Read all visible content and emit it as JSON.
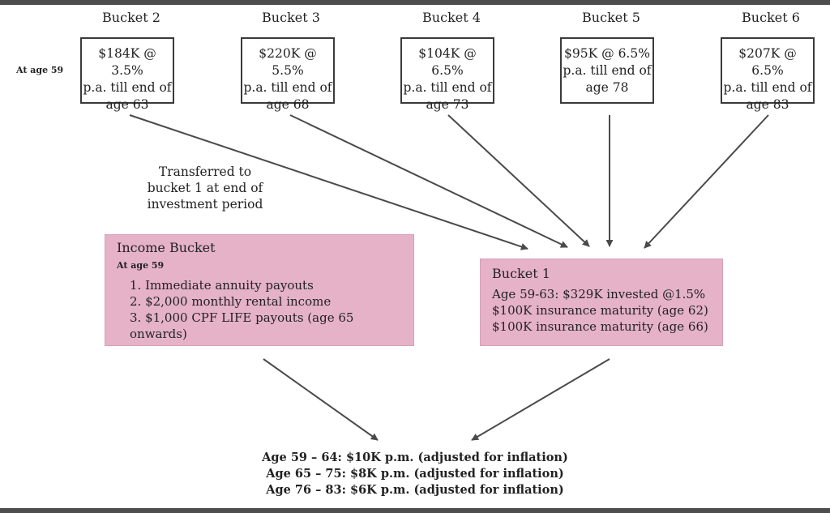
{
  "age_label": "At age 59",
  "buckets": [
    {
      "title": "Bucket 2",
      "lines": [
        "$184K @ 3.5%",
        "p.a. till end of",
        "age 63"
      ]
    },
    {
      "title": "Bucket 3",
      "lines": [
        "$220K @ 5.5%",
        "p.a. till end of",
        "age 68"
      ]
    },
    {
      "title": "Bucket 4",
      "lines": [
        "$104K @ 6.5%",
        "p.a. till end of",
        "age 73"
      ]
    },
    {
      "title": "Bucket 5",
      "lines": [
        "$95K @ 6.5%",
        "p.a. till end of",
        "age 78"
      ]
    },
    {
      "title": "Bucket 6",
      "lines": [
        "$207K @ 6.5%",
        "p.a. till end of",
        "age 83"
      ]
    }
  ],
  "transfer_note": [
    "Transferred to",
    "bucket 1 at end of",
    "investment period"
  ],
  "income_bucket": {
    "title": "Income Bucket",
    "subtitle": "At age 59",
    "items": [
      "1. Immediate annuity payouts",
      "2. $2,000 monthly rental income",
      "3. $1,000 CPF LIFE payouts (age 65 onwards)"
    ]
  },
  "bucket1": {
    "title": "Bucket 1",
    "lines": [
      "Age 59-63: $329K invested @1.5%",
      "$100K insurance maturity (age 62)",
      "$100K insurance maturity (age 66)"
    ]
  },
  "summary": [
    "Age 59 – 64: $10K p.m. (adjusted for inflation)",
    "Age 65 – 75: $8K p.m. (adjusted for inflation)",
    "Age 76 – 83: $6K p.m. (adjusted for inflation)"
  ],
  "colors": {
    "pink_fill": "#e5b2c8",
    "arrow": "#4a4a4a",
    "bar": "#4d4d4d"
  }
}
